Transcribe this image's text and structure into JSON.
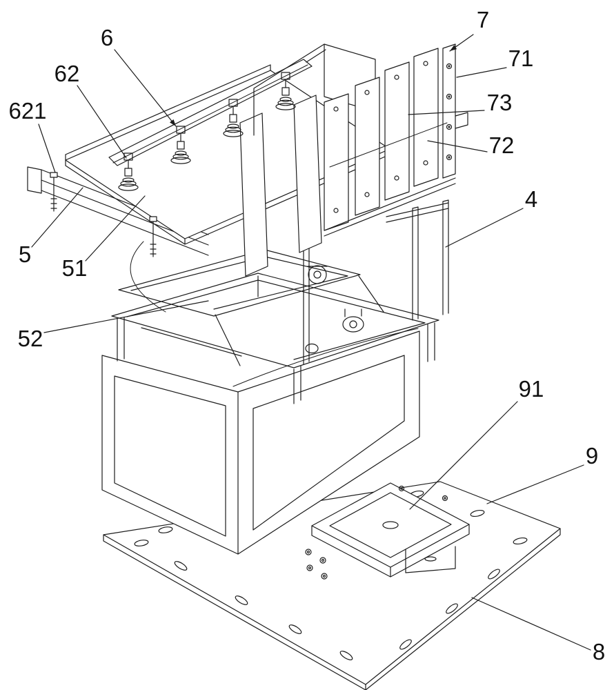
{
  "figure": {
    "background_color": "#ffffff",
    "line_color": "#1c1c1c",
    "label_color": "#111111"
  },
  "labels": {
    "l6": "6",
    "l62": "62",
    "l621": "621",
    "l5": "5",
    "l51": "51",
    "l52": "52",
    "l7": "7",
    "l71": "71",
    "l73": "73",
    "l72": "72",
    "l4": "4",
    "l91": "91",
    "l9": "9",
    "l8": "8"
  }
}
